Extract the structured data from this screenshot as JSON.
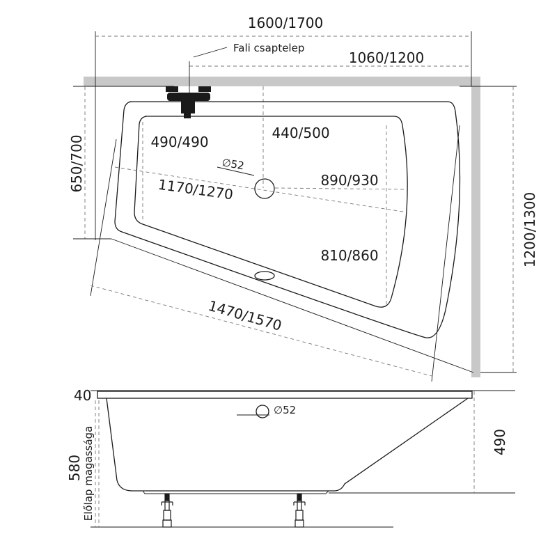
{
  "top_view": {
    "overall_width": "1600/1700",
    "inner_width": "1060/1200",
    "faucet_label": "Fali csaptelep",
    "left_depth": "650/700",
    "right_depth": "1200/1300",
    "front_length": "1470/1570",
    "dim_a": "490/490",
    "dim_b": "440/500",
    "drain_diameter": "∅52",
    "dim_c": "1170/1270",
    "dim_d": "890/930",
    "dim_e": "810/860"
  },
  "side_view": {
    "rim_thickness": "40",
    "total_height": "580",
    "panel_label": "Előlap magassága",
    "depth": "490",
    "overflow_diameter": "∅52"
  },
  "colors": {
    "wall": "#c8c8c8",
    "line": "#1a1a1a"
  }
}
